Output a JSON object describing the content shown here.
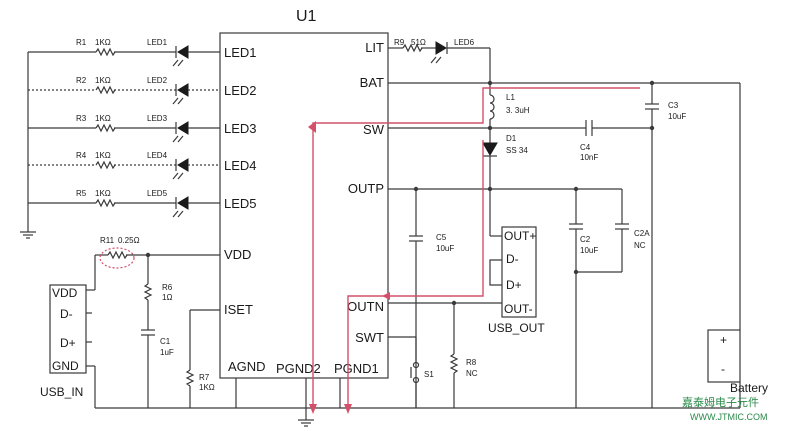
{
  "chip": {
    "name": "U1",
    "pins_left": [
      "LED1",
      "LED2",
      "LED3",
      "LED4",
      "LED5",
      "VDD",
      "ISET"
    ],
    "pins_right": [
      "LIT",
      "BAT",
      "SW",
      "OUTP",
      "OUTN",
      "SWT"
    ],
    "pins_bottom": [
      "AGND",
      "PGND2",
      "PGND1"
    ]
  },
  "led_channels": [
    {
      "resistor": "R1",
      "value": "1KΩ",
      "led": "LED1"
    },
    {
      "resistor": "R2",
      "value": "1KΩ",
      "led": "LED2"
    },
    {
      "resistor": "R3",
      "value": "1KΩ",
      "led": "LED3"
    },
    {
      "resistor": "R4",
      "value": "1KΩ",
      "led": "LED4"
    },
    {
      "resistor": "R5",
      "value": "1KΩ",
      "led": "LED5"
    }
  ],
  "components": {
    "r9": {
      "name": "R9",
      "value": "51Ω"
    },
    "led6": {
      "name": "LED6"
    },
    "l1": {
      "name": "L1",
      "value": "3. 3uH"
    },
    "d1": {
      "name": "D1",
      "value": "SS 34"
    },
    "c3": {
      "name": "C3",
      "value": "10uF"
    },
    "c4": {
      "name": "C4",
      "value": "10nF"
    },
    "c5": {
      "name": "C5",
      "value": "10uF"
    },
    "c2": {
      "name": "C2",
      "value": "10uF"
    },
    "c2a": {
      "name": "C2A",
      "value": "NC"
    },
    "r11": {
      "name": "R11",
      "value": "0.25Ω"
    },
    "r6": {
      "name": "R6",
      "value": "1Ω"
    },
    "c1": {
      "name": "C1",
      "value": "1uF"
    },
    "r7": {
      "name": "R7",
      "value": "1KΩ"
    },
    "r8": {
      "name": "R8",
      "value": "NC"
    },
    "s1": {
      "name": "S1"
    }
  },
  "usb_in": {
    "label": "USB_IN",
    "pins": [
      "VDD",
      "D-",
      "D+",
      "GND"
    ]
  },
  "usb_out": {
    "label": "USB_OUT",
    "pins": [
      "OUT+",
      "D-",
      "D+",
      "OUT-"
    ]
  },
  "battery": {
    "label": "Battery",
    "plus": "+",
    "minus": "-"
  },
  "watermark": {
    "line1": "嘉泰姆电子元件",
    "line2": "WWW.JTMIC.COM"
  },
  "colors": {
    "wire": "#3a3a3a",
    "current_path": "#d4506a",
    "watermark": "#2a8a4a"
  }
}
